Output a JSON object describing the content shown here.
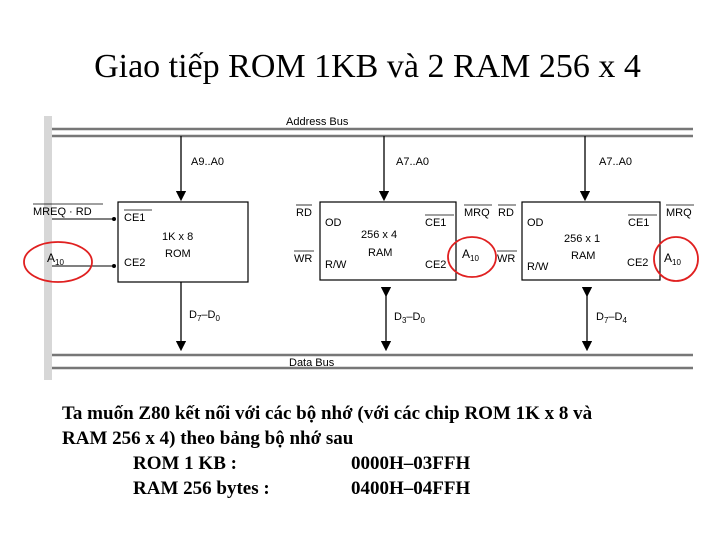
{
  "title": "Giao tiếp ROM 1KB và 2 RAM 256 x 4",
  "diagram": {
    "address_bus": "Address Bus",
    "data_bus": "Data Bus",
    "addr_labels": [
      "A9..A0",
      "A7..A0",
      "A7..A0"
    ],
    "rom": {
      "pin_ce1": "CE1",
      "pin_ce2": "CE2",
      "name1": "1K x 8",
      "name2": "ROM",
      "left_top": "MREQ · RD",
      "left_bottom": "A",
      "left_bottom_sub": "10",
      "data": "D",
      "data_sub1": "7",
      "data_sep": "–D",
      "data_sub2": "0"
    },
    "ram1": {
      "left_top": "RD",
      "pin_od": "OD",
      "pin_ce1": "CE1",
      "right_top": "MRQ",
      "name1": "256 x 4",
      "name2": "RAM",
      "left_bottom": "WR",
      "pin_rw": "R/W",
      "pin_ce2": "CE2",
      "right_bottom": "A",
      "right_bottom_sub": "10",
      "data": "D",
      "data_sub1": "3",
      "data_sep": "–D",
      "data_sub2": "0"
    },
    "ram2": {
      "left_top": "RD",
      "pin_od": "OD",
      "pin_ce1": "CE1",
      "right_top": "MRQ",
      "name1": "256 x 1",
      "name2": "RAM",
      "left_bottom": "WR",
      "pin_rw": "R/W",
      "pin_ce2": "CE2",
      "right_bottom": "A",
      "right_bottom_sub": "10",
      "data": "D",
      "data_sub1": "7",
      "data_sep": "–D",
      "data_sub2": "4"
    }
  },
  "text": {
    "line1": "Ta  muốn Z80 kết nối với các bộ nhớ (với các chip ROM 1K x 8 và",
    "line2": "RAM 256 x 4) theo bảng bộ nhớ sau",
    "rows": [
      {
        "name": "ROM 1 KB :",
        "range": "0000H–03FFH"
      },
      {
        "name": "RAM 256 bytes :",
        "range": "0400H–04FFH"
      }
    ]
  },
  "colors": {
    "highlight": "#e02020"
  }
}
